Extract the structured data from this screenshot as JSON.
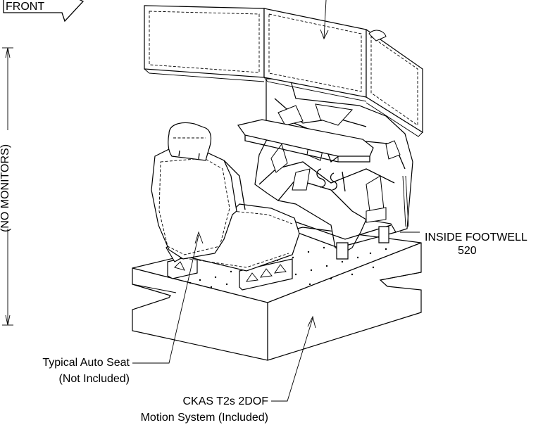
{
  "front_tag": "FRONT",
  "dimension_label": "(NO MONITORS)",
  "labels": {
    "footwell_line1": "INSIDE FOOTWELL",
    "footwell_line2": "520",
    "seat_line1": "Typical Auto Seat",
    "seat_line2": "(Not Included)",
    "motion_line1": "CKAS T2s 2DOF",
    "motion_line2": "Motion System (Included)"
  }
}
